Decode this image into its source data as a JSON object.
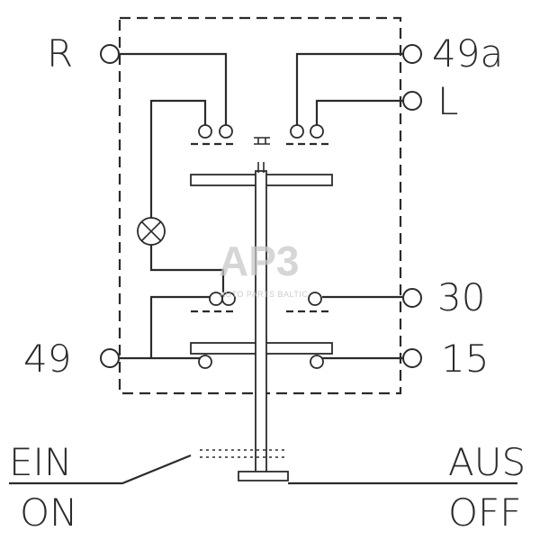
{
  "terminals": {
    "r": "R",
    "t49a": "49a",
    "l": "L",
    "t30": "30",
    "t49": "49",
    "t15": "15"
  },
  "switch": {
    "on_de": "EIN",
    "on_en": "ON",
    "off_de": "AUS",
    "off_en": "OFF"
  },
  "watermark": {
    "logo": "AP3",
    "tagline": "AUTO PARTS BALTIC"
  }
}
